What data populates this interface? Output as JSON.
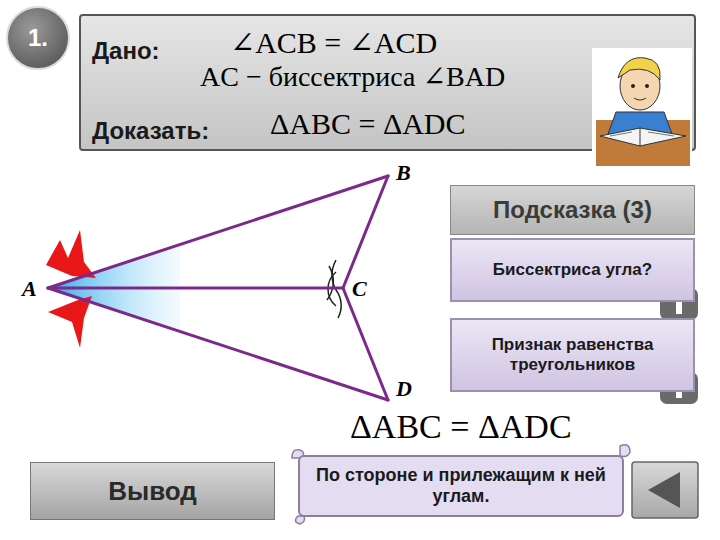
{
  "diagram": {
    "nodes": [
      {
        "text": [
          "1."
        ]
      },
      {
        "text": [
          "Дано:",
          "∠ACB = ∠ACD",
          "AC − биссектриса ∠BAD",
          "Доказать:",
          "ΔABC = ΔADC"
        ]
      },
      {
        "text": [
          "Подсказка (3)"
        ]
      },
      {
        "text": [
          "Биссектриса угла?"
        ]
      },
      {
        "text": [
          "Признак равенства треугольников"
        ]
      },
      {
        "text": [
          "Вывод"
        ]
      },
      {
        "text": [
          "По стороне и прилежащим к ней углам."
        ]
      }
    ],
    "labels": [
      "A",
      "B",
      "C",
      "D",
      "ΔABC = ΔADC"
    ]
  }
}
